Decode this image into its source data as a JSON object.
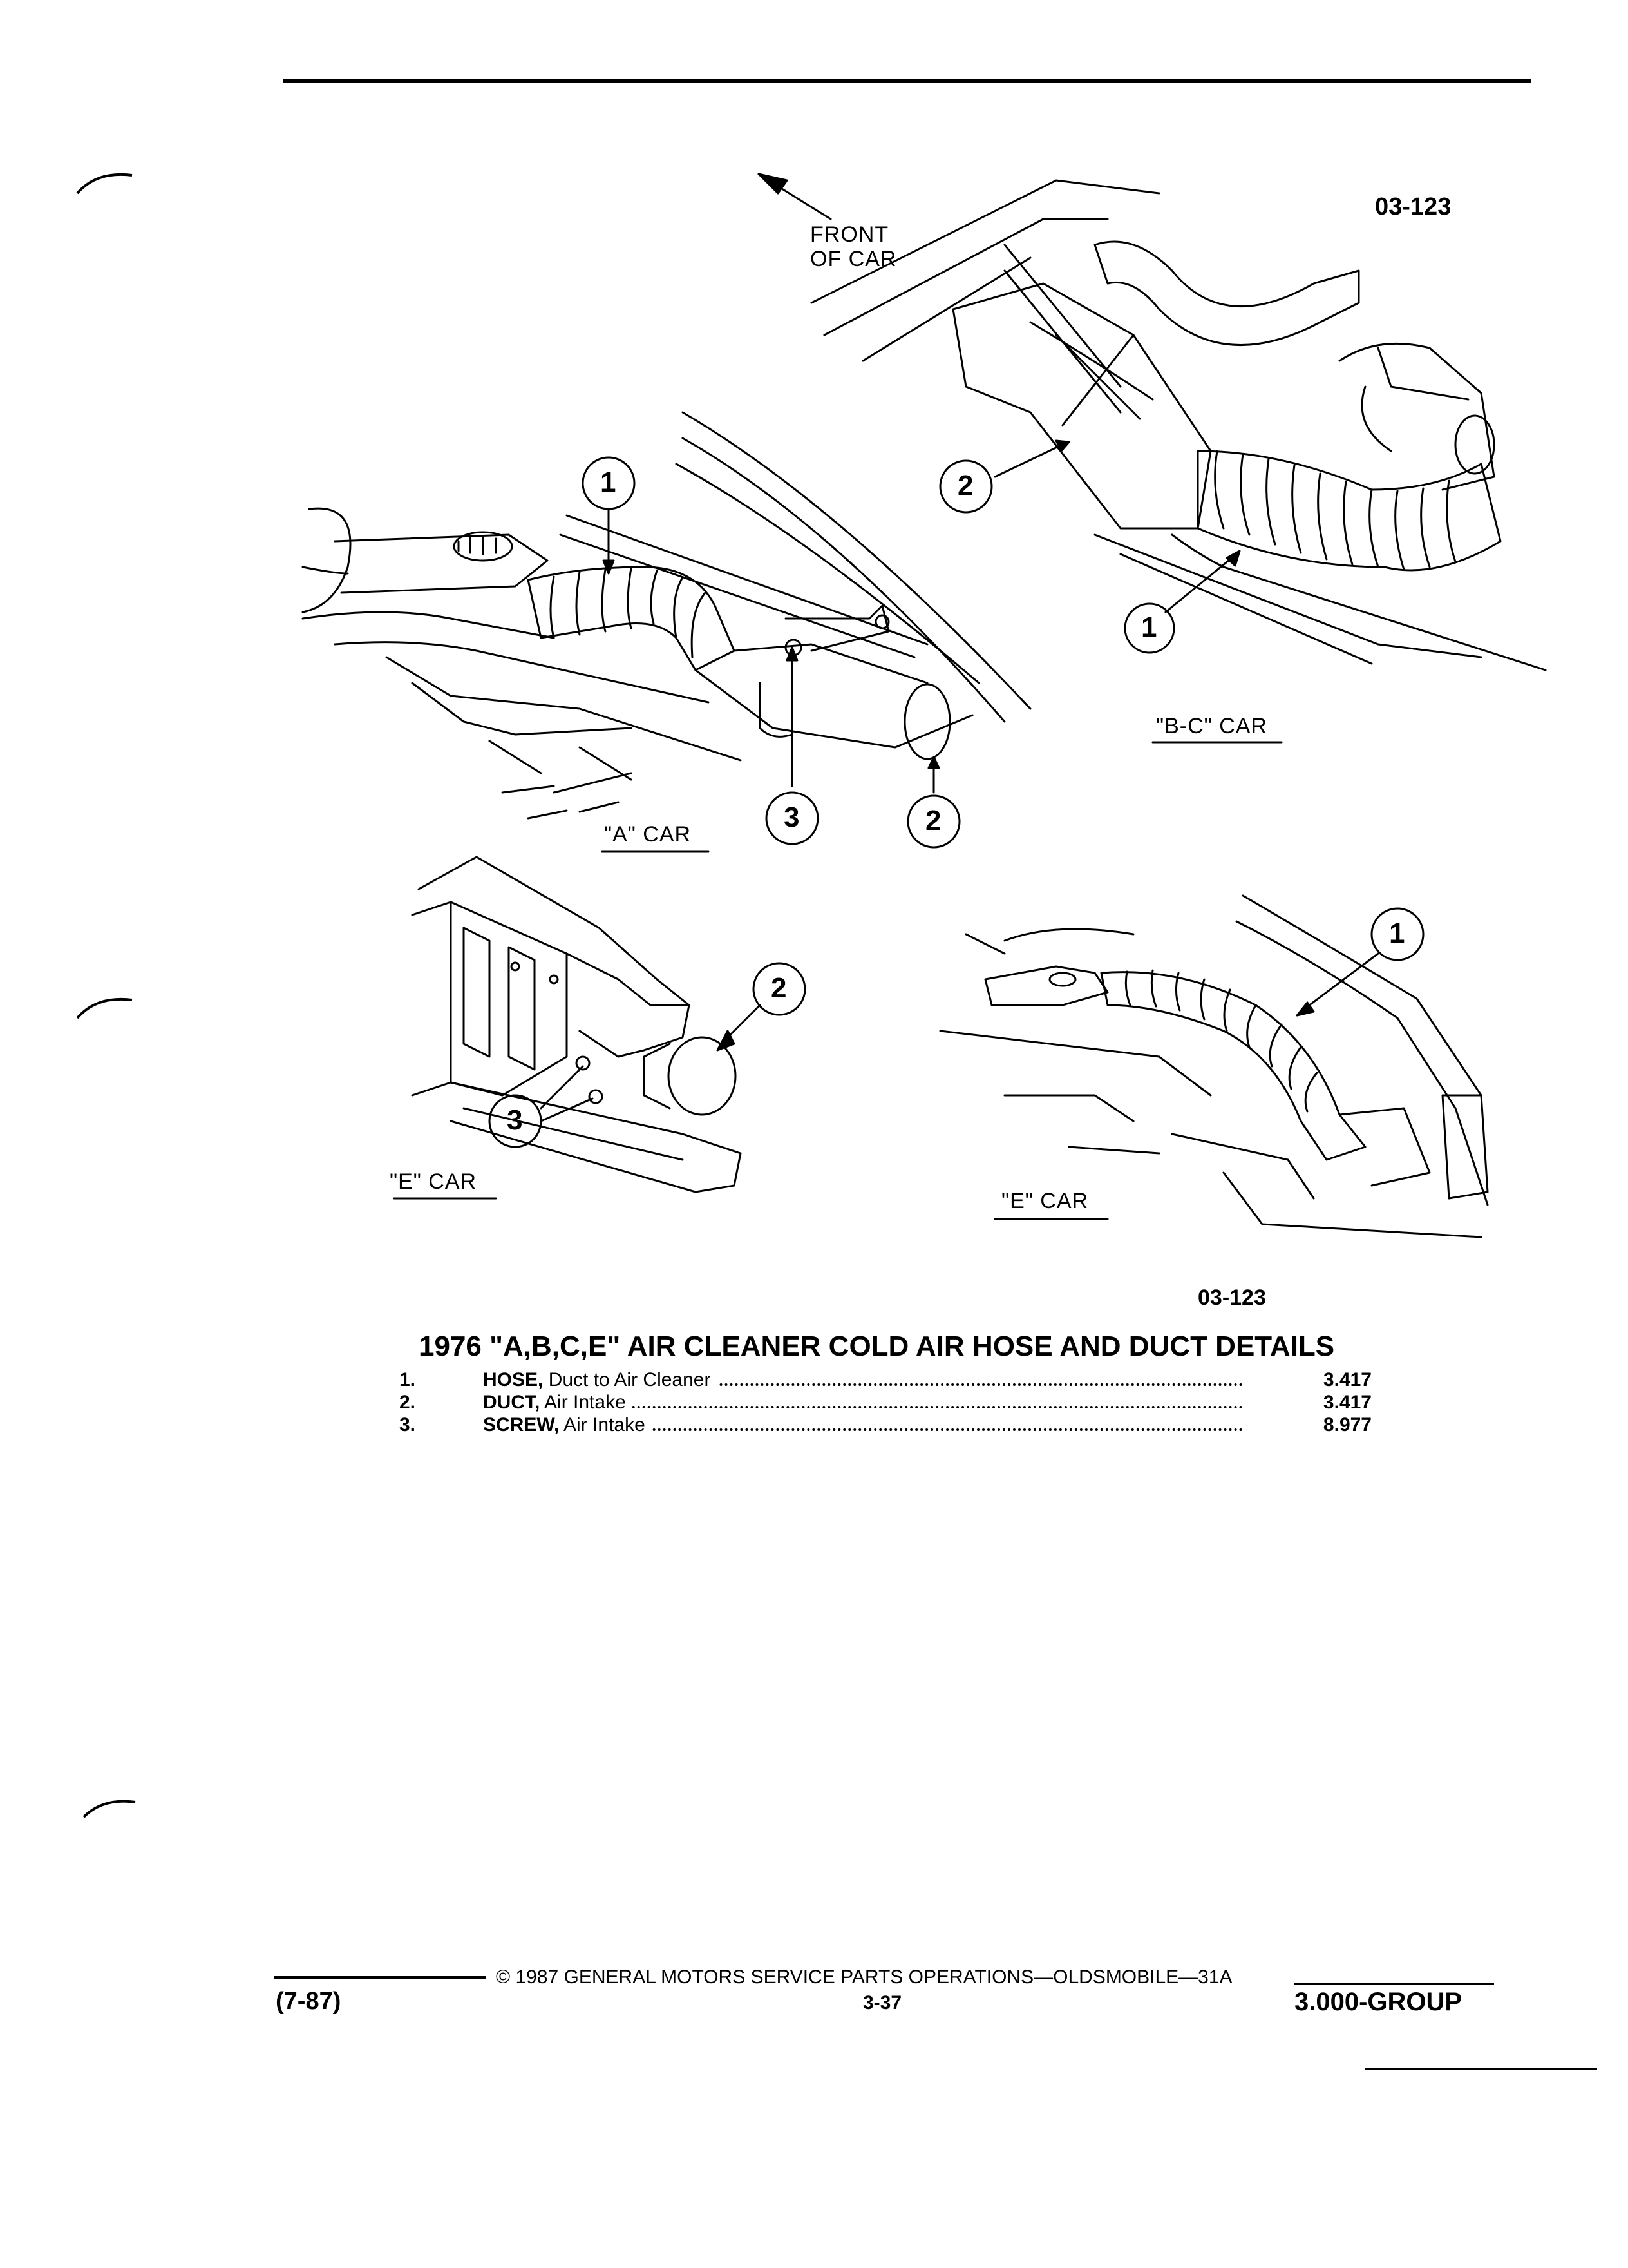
{
  "figure": {
    "code_top": "03-123",
    "code_bottom": "03-123",
    "front_label_line1": "FRONT",
    "front_label_line2": "OF CAR",
    "views": {
      "a_car": "\"A\" CAR",
      "bc_car": "\"B-C\" CAR",
      "e_car_left": "\"E\" CAR",
      "e_car_right": "\"E\" CAR"
    },
    "callouts": {
      "one": "1",
      "two": "2",
      "three": "3"
    }
  },
  "caption": "1976 \"A,B,C,E\" AIR CLEANER COLD AIR HOSE AND DUCT DETAILS",
  "parts": [
    {
      "num": "1.",
      "name": "HOSE,",
      "desc": "Duct to Air Cleaner",
      "ref": "3.417"
    },
    {
      "num": "2.",
      "name": "DUCT,",
      "desc": "Air Intake",
      "ref": "3.417"
    },
    {
      "num": "3.",
      "name": "SCREW,",
      "desc": "Air Intake",
      "ref": "8.977"
    }
  ],
  "footer": {
    "date": "(7-87)",
    "copyright": "© 1987 GENERAL MOTORS SERVICE PARTS OPERATIONS—OLDSMOBILE—31A",
    "page": "3-37",
    "group": "3.000-GROUP"
  }
}
